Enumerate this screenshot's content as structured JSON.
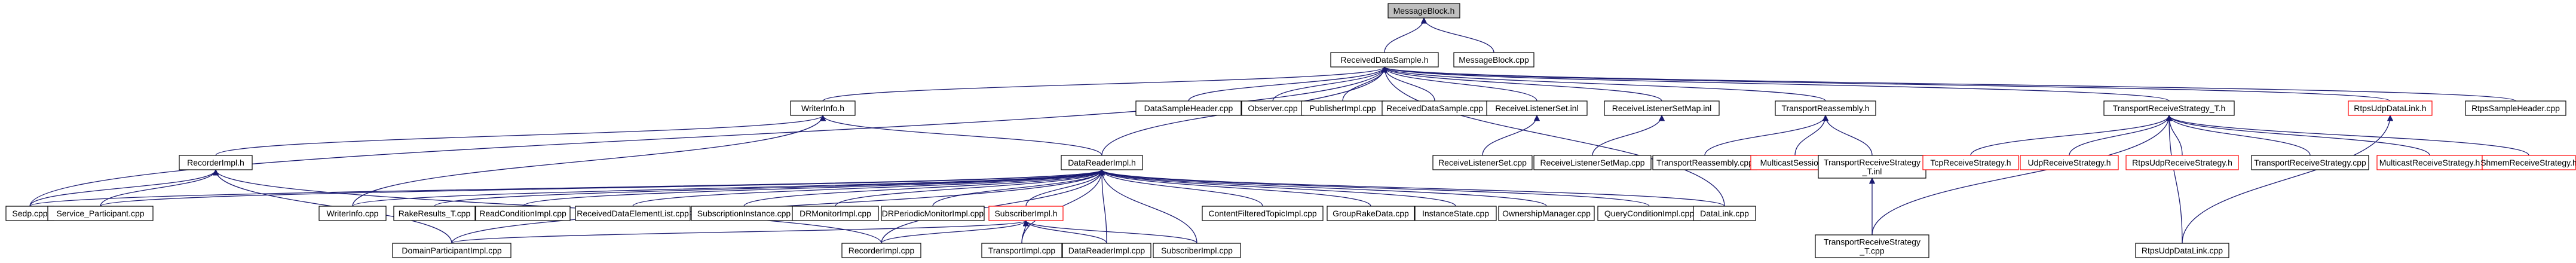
{
  "graph": {
    "nodes": [
      {
        "id": "messageblock_h",
        "label": "MessageBlock.h",
        "root": true
      },
      {
        "id": "receiveddatasample_h",
        "label": "ReceivedDataSample.h"
      },
      {
        "id": "messageblock_cpp",
        "label": "MessageBlock.cpp"
      },
      {
        "id": "writerinfo_h",
        "label": "WriterInfo.h"
      },
      {
        "id": "datasampleheader_cpp",
        "label": "DataSampleHeader.cpp"
      },
      {
        "id": "observer_cpp",
        "label": "Observer.cpp"
      },
      {
        "id": "publisherimpl_cpp",
        "label": "PublisherImpl.cpp"
      },
      {
        "id": "receiveddatasample_cpp",
        "label": "ReceivedDataSample.cpp"
      },
      {
        "id": "receivelistenerset_inl",
        "label": "ReceiveListenerSet.inl"
      },
      {
        "id": "receivelistenersetmap_inl",
        "label": "ReceiveListenerSetMap.inl"
      },
      {
        "id": "transportreassembly_h",
        "label": "TransportReassembly.h"
      },
      {
        "id": "transportreceivestrategy_t_h",
        "label": "TransportReceiveStrategy_T.h"
      },
      {
        "id": "rtpsudpdatalink_h",
        "label": "RtpsUdpDataLink.h",
        "red": true
      },
      {
        "id": "rtpssampleheader_cpp",
        "label": "RtpsSampleHeader.cpp"
      },
      {
        "id": "recorderimpl_h",
        "label": "RecorderImpl.h"
      },
      {
        "id": "datareaderimpl_h",
        "label": "DataReaderImpl.h"
      },
      {
        "id": "receivelistenerset_cpp",
        "label": "ReceiveListenerSet.cpp"
      },
      {
        "id": "receivelistenersetmap_cpp",
        "label": "ReceiveListenerSetMap.cpp"
      },
      {
        "id": "transportreassembly_cpp",
        "label": "TransportReassembly.cpp"
      },
      {
        "id": "multicastsession_h",
        "label": "MulticastSession.h",
        "red": true
      },
      {
        "id": "transportreceivestrategy_t_inl",
        "label": [
          "TransportReceiveStrategy",
          "_T.inl"
        ]
      },
      {
        "id": "tcpreceivestrategy_h",
        "label": "TcpReceiveStrategy.h",
        "red": true
      },
      {
        "id": "udpreceivestrategy_h",
        "label": "UdpReceiveStrategy.h",
        "red": true
      },
      {
        "id": "rtpsudpreceivestrategy_h",
        "label": "RtpsUdpReceiveStrategy.h",
        "red": true
      },
      {
        "id": "transportreceivestrategy_cpp",
        "label": "TransportReceiveStrategy.cpp"
      },
      {
        "id": "multicastreceivestrategy_h",
        "label": "MulticastReceiveStrategy.h",
        "red": true
      },
      {
        "id": "shmemreceivestrategy_h",
        "label": "ShmemReceiveStrategy.h",
        "red": true
      },
      {
        "id": "sedp_cpp",
        "label": "Sedp.cpp"
      },
      {
        "id": "service_participant_cpp",
        "label": "Service_Participant.cpp"
      },
      {
        "id": "writerinfo_cpp",
        "label": "WriterInfo.cpp"
      },
      {
        "id": "rakeresults_t_cpp",
        "label": "RakeResults_T.cpp"
      },
      {
        "id": "readconditionimpl_cpp",
        "label": "ReadConditionImpl.cpp"
      },
      {
        "id": "receiveddataelementlist_cpp",
        "label": "ReceivedDataElementList.cpp"
      },
      {
        "id": "subscriptioninstance_cpp",
        "label": "SubscriptionInstance.cpp"
      },
      {
        "id": "drmonitorimpl_cpp",
        "label": "DRMonitorImpl.cpp"
      },
      {
        "id": "drperiodicmonitorimpl_cpp",
        "label": "DRPeriodicMonitorImpl.cpp"
      },
      {
        "id": "subscriberimpl_h",
        "label": "SubscriberImpl.h",
        "red": true
      },
      {
        "id": "contentfilteredtopicimpl_cpp",
        "label": "ContentFilteredTopicImpl.cpp"
      },
      {
        "id": "groupraekdata_cpp",
        "label": "GroupRakeData.cpp"
      },
      {
        "id": "instancestate_cpp",
        "label": "InstanceState.cpp"
      },
      {
        "id": "ownershipmanager_cpp",
        "label": "OwnershipManager.cpp"
      },
      {
        "id": "queryconditionimpl_cpp",
        "label": "QueryConditionImpl.cpp"
      },
      {
        "id": "datalink_cpp",
        "label": "DataLink.cpp"
      },
      {
        "id": "transportreceivestrategy_t_cpp",
        "label": [
          "TransportReceiveStrategy",
          "_T.cpp"
        ]
      },
      {
        "id": "rtpsudpdatalink_cpp",
        "label": "RtpsUdpDataLink.cpp"
      },
      {
        "id": "domainparticipantimpl_cpp",
        "label": "DomainParticipantImpl.cpp"
      },
      {
        "id": "recorderimpl_cpp",
        "label": "RecorderImpl.cpp"
      },
      {
        "id": "transportimpl_cpp",
        "label": "TransportImpl.cpp"
      },
      {
        "id": "datareaderimpl_cpp",
        "label": "DataReaderImpl.cpp"
      },
      {
        "id": "subscriberimpl_cpp",
        "label": "SubscriberImpl.cpp"
      }
    ],
    "edges": [
      [
        "messageblock_h",
        "receiveddatasample_h"
      ],
      [
        "messageblock_h",
        "messageblock_cpp"
      ],
      [
        "receiveddatasample_h",
        "writerinfo_h"
      ],
      [
        "receiveddatasample_h",
        "datasampleheader_cpp"
      ],
      [
        "receiveddatasample_h",
        "observer_cpp"
      ],
      [
        "receiveddatasample_h",
        "publisherimpl_cpp"
      ],
      [
        "receiveddatasample_h",
        "receiveddatasample_cpp"
      ],
      [
        "receiveddatasample_h",
        "receivelistenerset_inl"
      ],
      [
        "receiveddatasample_h",
        "receivelistenersetmap_inl"
      ],
      [
        "receiveddatasample_h",
        "transportreassembly_h"
      ],
      [
        "receiveddatasample_h",
        "transportreceivestrategy_t_h"
      ],
      [
        "receiveddatasample_h",
        "rtpsudpdatalink_h"
      ],
      [
        "receiveddatasample_h",
        "rtpssampleheader_cpp"
      ],
      [
        "receiveddatasample_h",
        "datareaderimpl_h"
      ],
      [
        "receiveddatasample_h",
        "sedp_cpp"
      ],
      [
        "receiveddatasample_h",
        "datalink_cpp"
      ],
      [
        "writerinfo_h",
        "recorderimpl_h"
      ],
      [
        "writerinfo_h",
        "datareaderimpl_h"
      ],
      [
        "writerinfo_h",
        "writerinfo_cpp"
      ],
      [
        "receivelistenerset_inl",
        "receivelistenerset_cpp"
      ],
      [
        "receivelistenersetmap_inl",
        "receivelistenersetmap_cpp"
      ],
      [
        "transportreassembly_h",
        "transportreassembly_cpp"
      ],
      [
        "transportreassembly_h",
        "multicastsession_h"
      ],
      [
        "transportreassembly_h",
        "transportreceivestrategy_t_inl"
      ],
      [
        "transportreceivestrategy_t_h",
        "tcpreceivestrategy_h"
      ],
      [
        "transportreceivestrategy_t_h",
        "udpreceivestrategy_h"
      ],
      [
        "transportreceivestrategy_t_h",
        "rtpsudpreceivestrategy_h"
      ],
      [
        "transportreceivestrategy_t_h",
        "transportreceivestrategy_cpp"
      ],
      [
        "transportreceivestrategy_t_h",
        "multicastreceivestrategy_h"
      ],
      [
        "transportreceivestrategy_t_h",
        "shmemreceivestrategy_h"
      ],
      [
        "transportreceivestrategy_t_h",
        "transportreceivestrategy_t_cpp"
      ],
      [
        "transportreceivestrategy_t_h",
        "rtpsudpdatalink_cpp"
      ],
      [
        "transportreceivestrategy_t_inl",
        "transportreceivestrategy_t_cpp"
      ],
      [
        "rtpsudpdatalink_h",
        "rtpsudpdatalink_cpp"
      ],
      [
        "recorderimpl_h",
        "sedp_cpp"
      ],
      [
        "recorderimpl_h",
        "service_participant_cpp"
      ],
      [
        "recorderimpl_h",
        "domainparticipantimpl_cpp"
      ],
      [
        "recorderimpl_h",
        "recorderimpl_cpp"
      ],
      [
        "datareaderimpl_h",
        "sedp_cpp"
      ],
      [
        "datareaderimpl_h",
        "service_participant_cpp"
      ],
      [
        "datareaderimpl_h",
        "writerinfo_cpp"
      ],
      [
        "datareaderimpl_h",
        "rakeresults_t_cpp"
      ],
      [
        "datareaderimpl_h",
        "readconditionimpl_cpp"
      ],
      [
        "datareaderimpl_h",
        "receiveddataelementlist_cpp"
      ],
      [
        "datareaderimpl_h",
        "subscriptioninstance_cpp"
      ],
      [
        "datareaderimpl_h",
        "drmonitorimpl_cpp"
      ],
      [
        "datareaderimpl_h",
        "drperiodicmonitorimpl_cpp"
      ],
      [
        "datareaderimpl_h",
        "subscriberimpl_h"
      ],
      [
        "datareaderimpl_h",
        "contentfilteredtopicimpl_cpp"
      ],
      [
        "datareaderimpl_h",
        "groupraekdata_cpp"
      ],
      [
        "datareaderimpl_h",
        "instancestate_cpp"
      ],
      [
        "datareaderimpl_h",
        "ownershipmanager_cpp"
      ],
      [
        "datareaderimpl_h",
        "queryconditionimpl_cpp"
      ],
      [
        "datareaderimpl_h",
        "datalink_cpp"
      ],
      [
        "datareaderimpl_h",
        "domainparticipantimpl_cpp"
      ],
      [
        "datareaderimpl_h",
        "recorderimpl_cpp"
      ],
      [
        "datareaderimpl_h",
        "transportimpl_cpp"
      ],
      [
        "datareaderimpl_h",
        "datareaderimpl_cpp"
      ],
      [
        "datareaderimpl_h",
        "subscriberimpl_cpp"
      ],
      [
        "subscriberimpl_h",
        "domainparticipantimpl_cpp"
      ],
      [
        "subscriberimpl_h",
        "recorderimpl_cpp"
      ],
      [
        "subscriberimpl_h",
        "transportimpl_cpp"
      ],
      [
        "subscriberimpl_h",
        "datareaderimpl_cpp"
      ],
      [
        "subscriberimpl_h",
        "subscriberimpl_cpp"
      ]
    ]
  },
  "colors": {
    "edge": "#191970",
    "node_border": "#000000",
    "node_border_link_missing": "#ff0000",
    "root_fill": "#bfbfbf"
  }
}
